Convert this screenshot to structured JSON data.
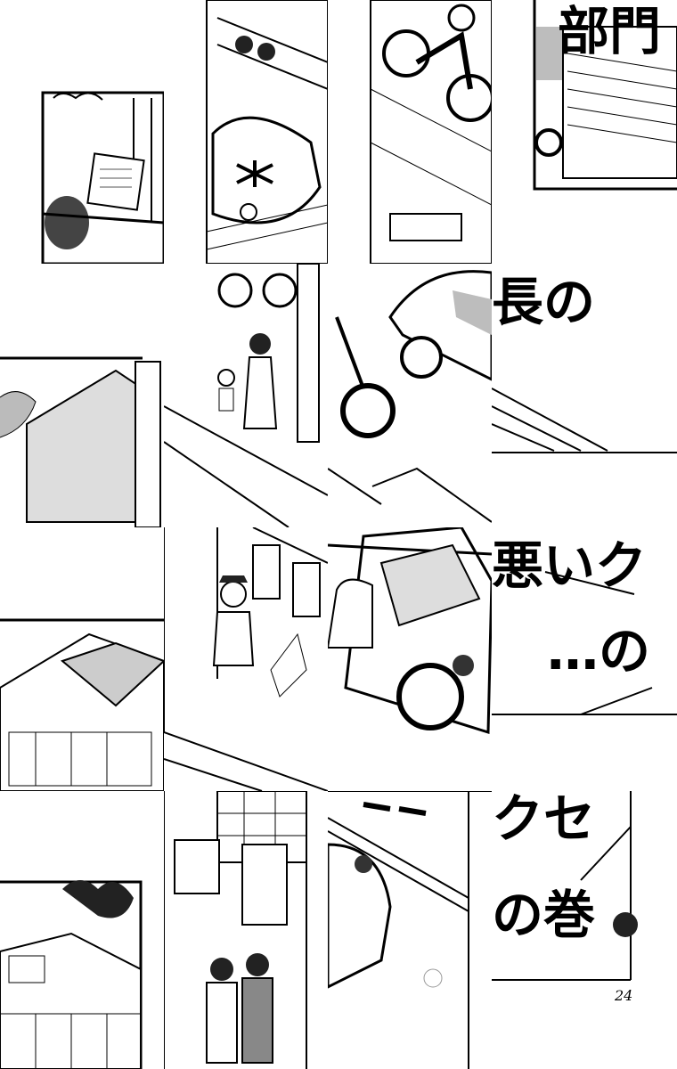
{
  "page": {
    "title_fragments": [
      "部門",
      "長の",
      "悪いク",
      "…の",
      "クセ",
      "の巻"
    ],
    "page_number": "24"
  },
  "colors": {
    "ink": "#000000",
    "screentone": "#bdbdbd",
    "paper": "#ffffff"
  }
}
